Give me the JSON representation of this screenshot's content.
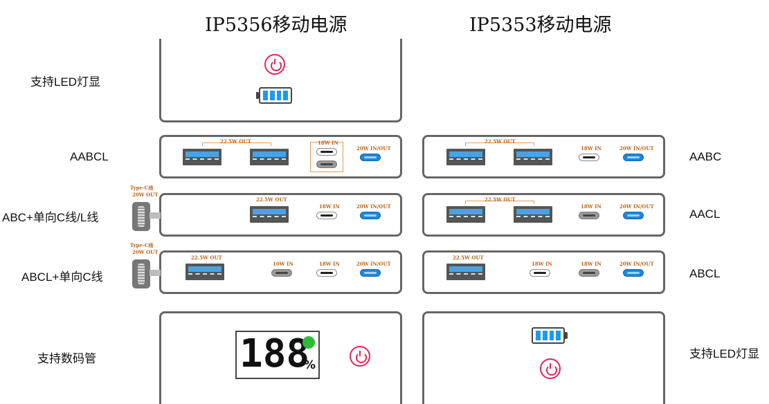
{
  "titles": {
    "left": "IP5356移动电源",
    "right": "IP5353移动电源"
  },
  "left_labels": [
    "支持LED灯显",
    "AABCL",
    "ABC+单向C线/L线",
    "ABCL+单向C线",
    "支持数码管"
  ],
  "right_labels": [
    "AABC",
    "AACL",
    "ABCL",
    "支持LED灯显"
  ],
  "port_labels": {
    "out_225w": "22.5W OUT",
    "in_18w": "18W IN",
    "io_20w": "20W IN/OUT",
    "in_10w": "10W IN",
    "cable": [
      "Type-C线",
      "20W OUT"
    ]
  },
  "display": {
    "digits": "188",
    "percent": "%"
  },
  "colors": {
    "accent_power": "#e1245a",
    "battery_blue": "#1e9be8",
    "port_label": "#b5651d",
    "charge_green": "#2dbb3a"
  },
  "icons": [
    "power-icon",
    "battery-icon",
    "charging-icon",
    "usb-a-port",
    "usb-c-port",
    "type-c-cable"
  ]
}
